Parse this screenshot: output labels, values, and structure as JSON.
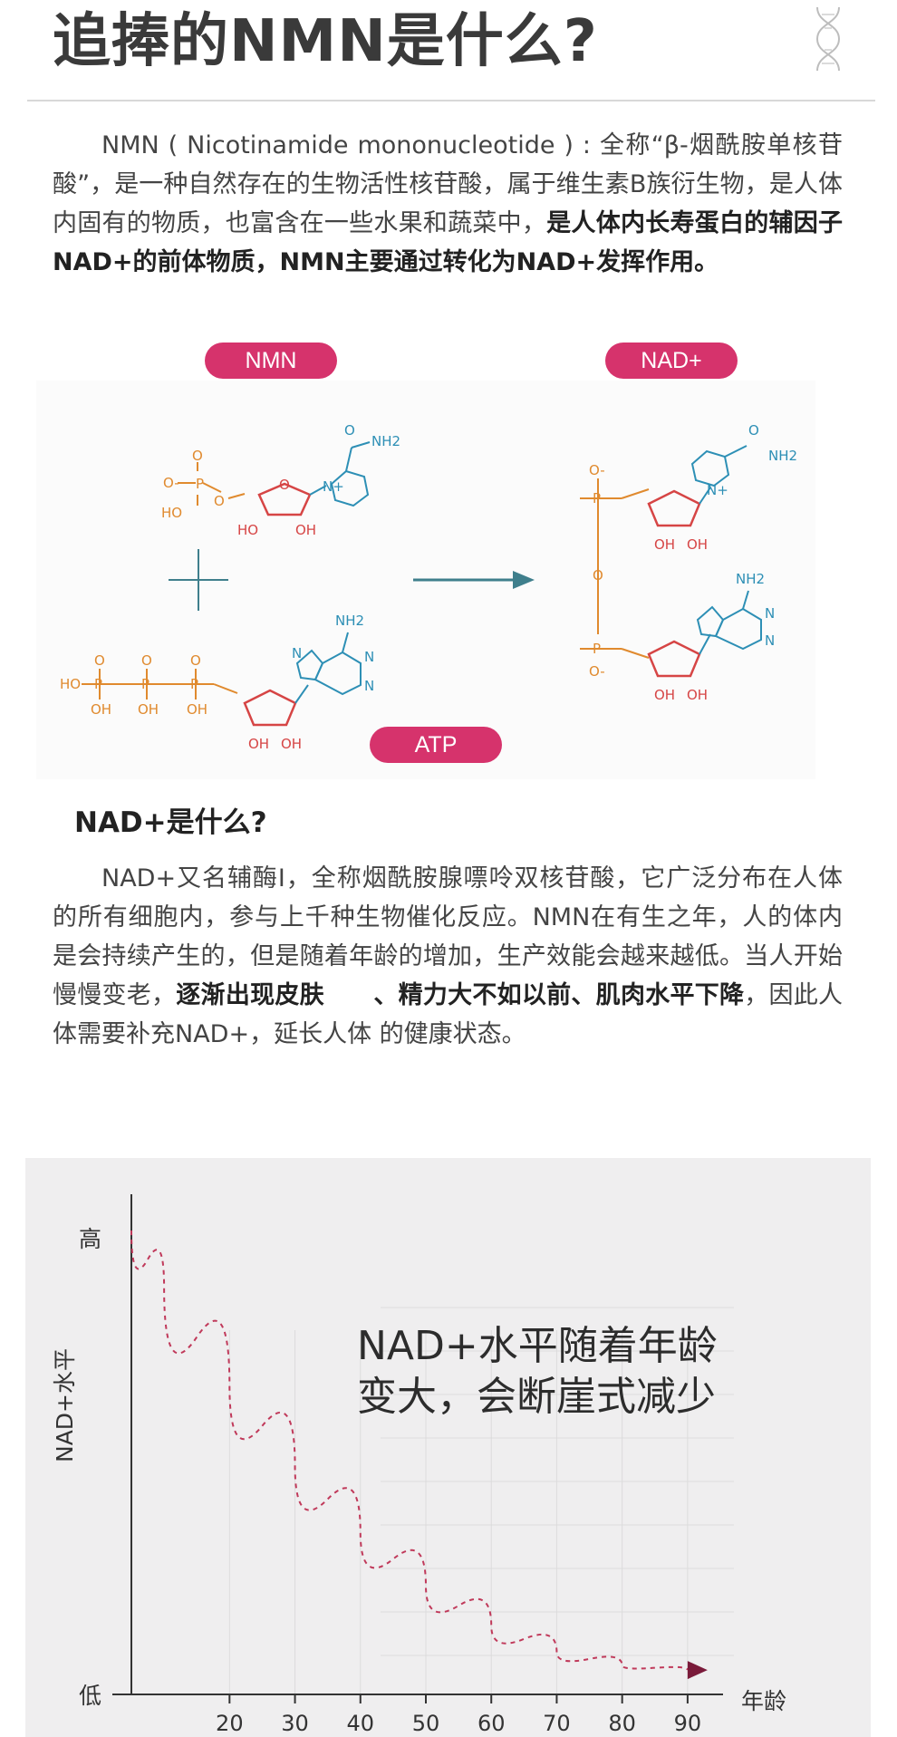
{
  "header": {
    "title": "追捧的NMN是什么?",
    "icon": "dna-icon"
  },
  "intro": {
    "text_plain": "NMN ( Nicotinamide mononucleotide ) : 全称“β-烟酰胺单核苷酸”，是一种自然存在的生物活性核苷酸，属于维生素B族衍生物，是人体内固有的物质，也富含在一些水果和蔬菜中，",
    "text_bold": "是人体内长寿蛋白的辅因子NAD+的前体物质，NMN主要通过转化为NAD+发挥作用。"
  },
  "diagram": {
    "nmn_label": "NMN",
    "nad_label": "NAD+",
    "atp_label": "ATP",
    "accent_color": "#d6336c",
    "arrow_color": "#3f7f8c",
    "atoms": {
      "nh2": "NH2",
      "o": "O",
      "oh": "OH",
      "ho": "HO",
      "p": "P",
      "n": "N",
      "o_minus": "O-",
      "n_plus": "N+"
    }
  },
  "nad_section": {
    "heading": "NAD+是什么?",
    "text_plain": "NAD+又名辅酶Ⅰ，全称烟酰胺腺嘌呤双核苷酸，它广泛分布在人体的所有细胞内，参与上千种生物催化反应。NMN在有生之年，人的体内是会持续产生的，但是随着年龄的增加，生产效能会越来越低。当人开始慢慢变老，",
    "text_bold": "逐渐出现皮肤　　、精力大不如以前、肌肉水平下降",
    "text_end": "，因此人体需要补充NAD+，延长人体 的健康状态。"
  },
  "chart_data": {
    "type": "line",
    "title": "",
    "message": "NAD+水平随着年龄变大，会断崖式减少",
    "message_line1": "NAD+水平随着年龄",
    "message_line2": "变大，会断崖式减少",
    "xlabel": "年龄",
    "ylabel": "NAD+水平",
    "y_high_label": "高",
    "y_low_label": "低",
    "x_ticks": [
      20,
      30,
      40,
      50,
      60,
      70,
      80,
      90
    ],
    "xlim": [
      5,
      95
    ],
    "ylim": [
      0,
      1
    ],
    "series": [
      {
        "x": [
          5,
          10,
          20,
          30,
          40,
          50,
          60,
          70,
          80,
          90
        ],
        "values": [
          1.0,
          0.87,
          0.65,
          0.47,
          0.32,
          0.2,
          0.11,
          0.05,
          0.02,
          0.01
        ]
      }
    ],
    "line_color": "#c0395a",
    "grid": true,
    "line_style": "dashed"
  }
}
